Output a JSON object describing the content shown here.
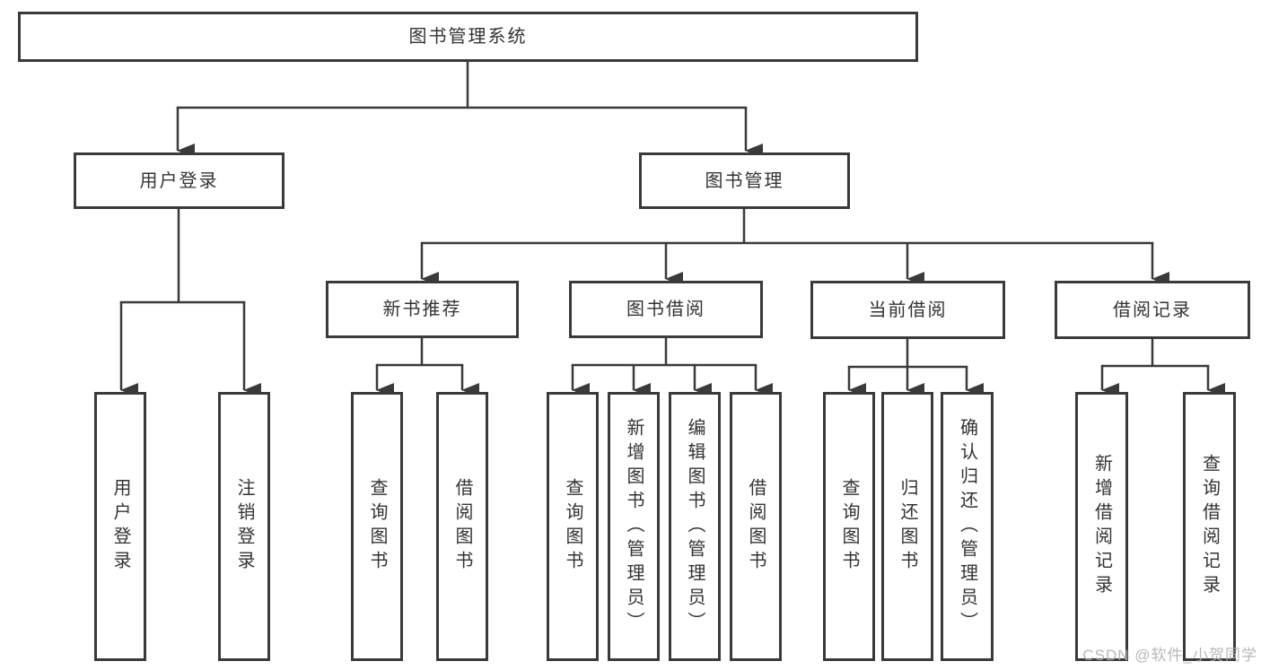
{
  "diagram": {
    "root": "图书管理系统",
    "login_branch": {
      "label": "用户登录",
      "children": [
        "用户登录",
        "注销登录"
      ]
    },
    "management_branch": {
      "label": "图书管理",
      "sections": [
        {
          "label": "新书推荐",
          "children": [
            "查询图书",
            "借阅图书"
          ]
        },
        {
          "label": "图书借阅",
          "children": [
            "查询图书",
            "新增图书（管理员）",
            "编辑图书（管理员）",
            "借阅图书"
          ]
        },
        {
          "label": "当前借阅",
          "children": [
            "查询图书",
            "归还图书",
            "确认归还（管理员）"
          ]
        },
        {
          "label": "借阅记录",
          "children": [
            "新增借阅记录",
            "查询借阅记录"
          ]
        }
      ]
    }
  },
  "watermark": "CSDN @软件_小贺同学",
  "colors": {
    "line": "#3a3a3a",
    "node_border": "#3a3a3a",
    "node_fill": "#ffffff",
    "text": "#333333",
    "watermark": "#b2b2b2",
    "background": "#ffffff"
  }
}
